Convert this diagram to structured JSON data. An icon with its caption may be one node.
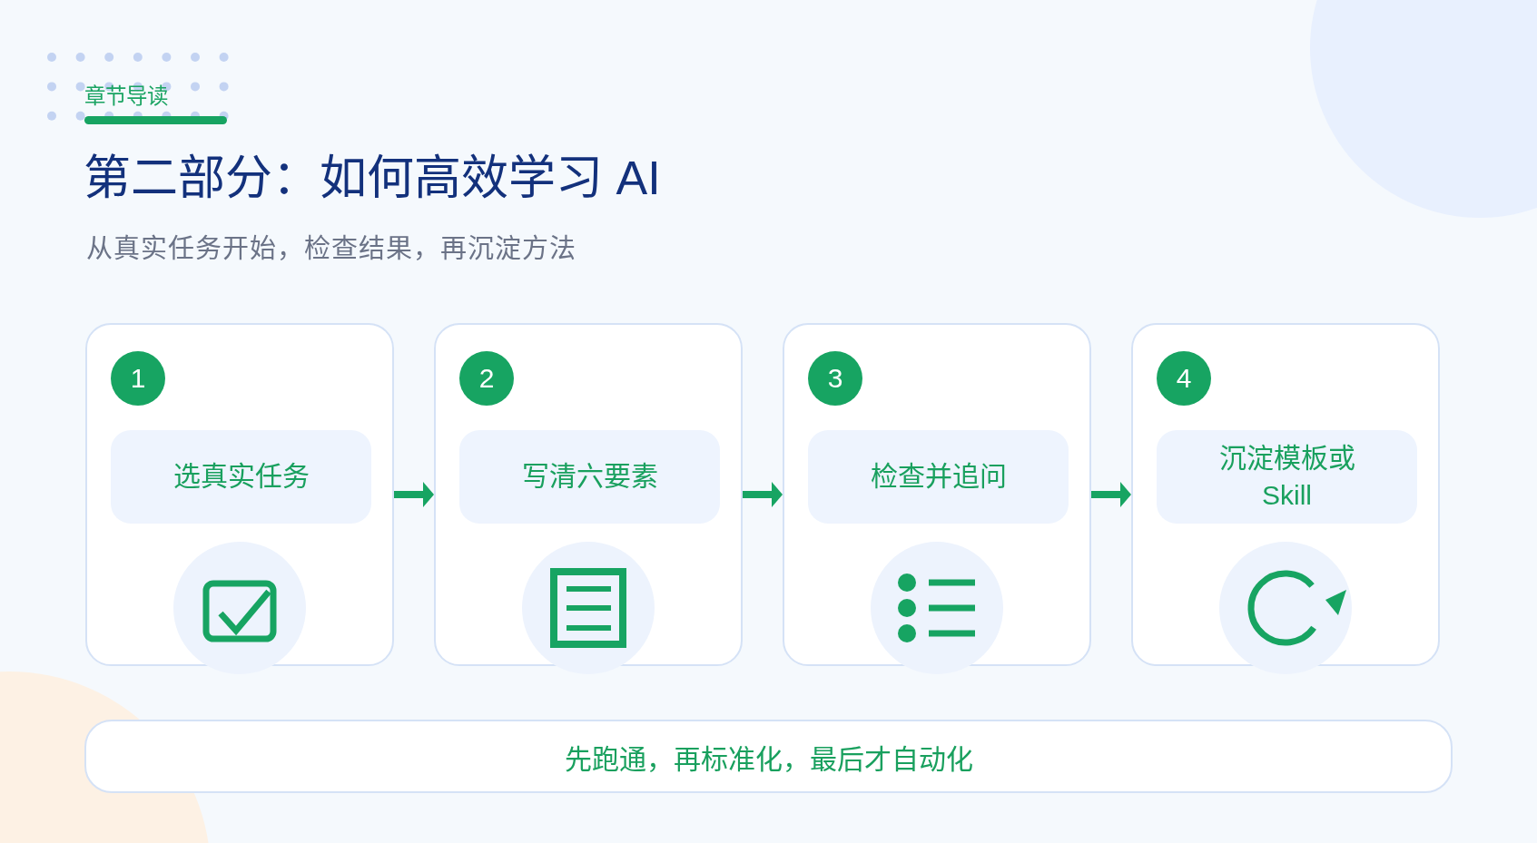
{
  "diagram": {
    "title": "第二部分：如何高效学习 AI",
    "nodes": [
      {
        "text": [],
        "shape": "box"
      },
      {
        "text": [
          "1"
        ],
        "in": 0
      },
      {
        "text": [
          "选真实任务"
        ],
        "in": 0
      },
      {
        "text": [],
        "shape": "box"
      },
      {
        "text": [
          "2"
        ],
        "in": 3
      },
      {
        "text": [
          "写清六要素"
        ],
        "in": 3
      },
      {
        "text": [],
        "shape": "box"
      },
      {
        "text": [
          "3"
        ],
        "in": 6
      },
      {
        "text": [
          "检查并追问"
        ],
        "in": 6
      },
      {
        "text": [],
        "shape": "box"
      },
      {
        "text": [
          "4"
        ],
        "in": 9
      },
      {
        "text": [
          "沉淀模板或 Skill"
        ],
        "in": 9
      },
      {
        "text": [
          "先跑通，再标准化，最后才自动化"
        ]
      }
    ],
    "edges": [
      {
        "from": 0,
        "to": 3,
        "arrow": "to"
      },
      {
        "from": 3,
        "to": 6,
        "arrow": "to"
      },
      {
        "from": 6,
        "to": 9,
        "arrow": "to"
      }
    ],
    "labels": [
      "章节导读",
      "从真实任务开始，检查结果，再沉淀方法"
    ]
  }
}
